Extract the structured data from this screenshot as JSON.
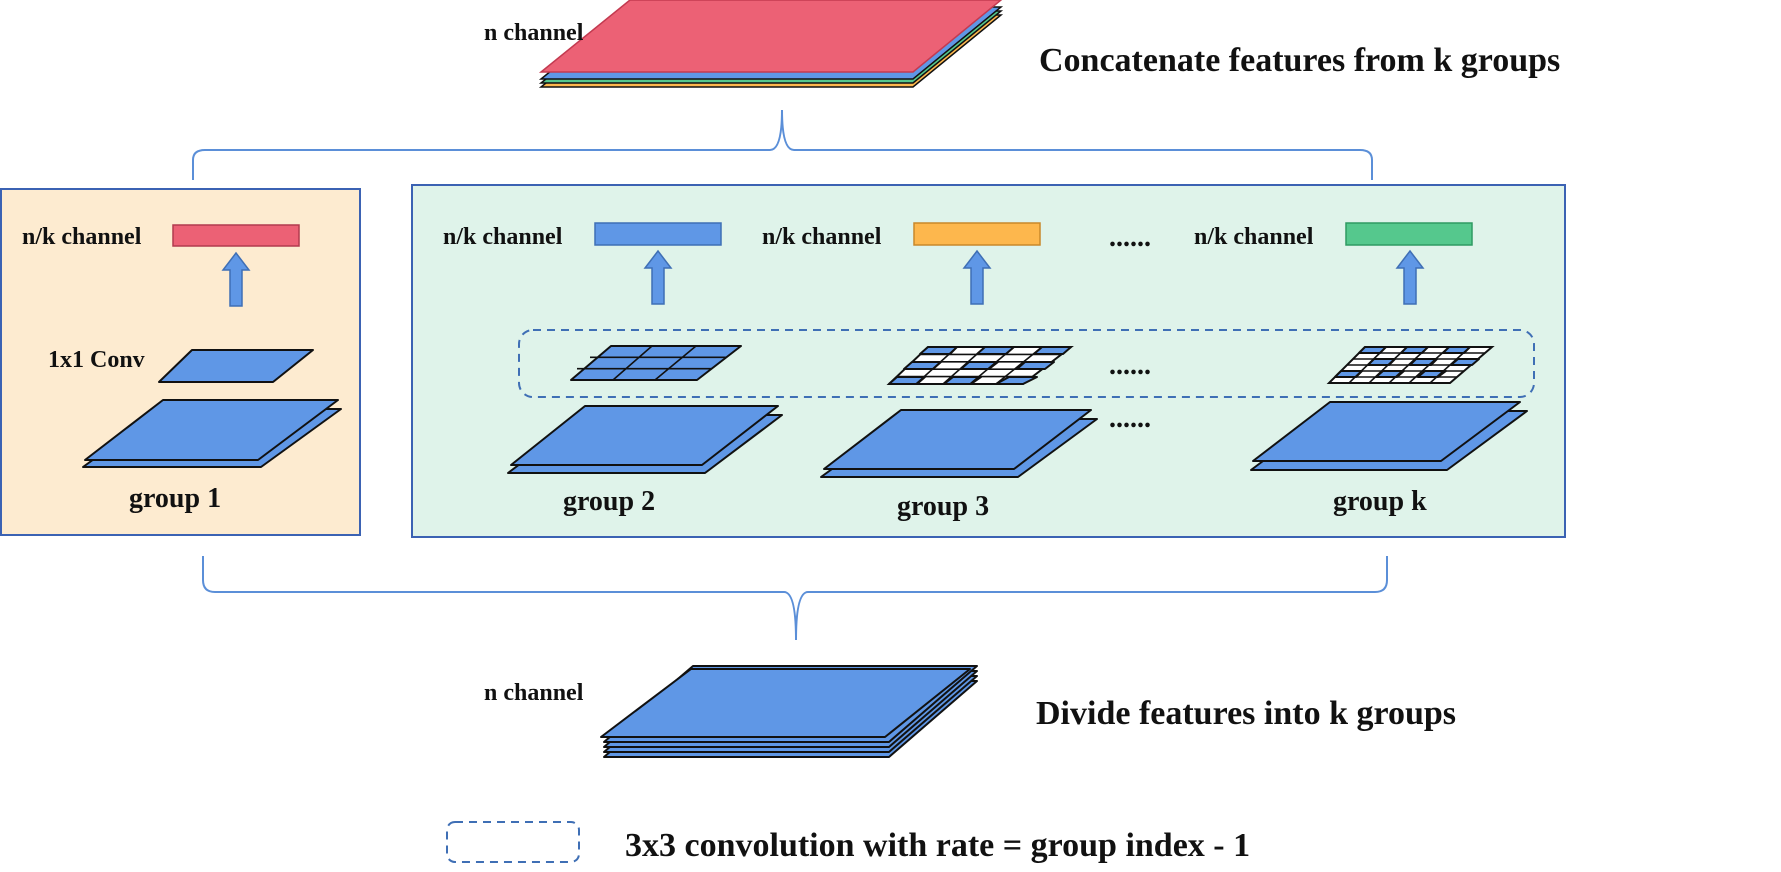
{
  "top": {
    "channel_label": "n channel",
    "caption": "Concatenate features from k groups"
  },
  "bottom": {
    "channel_label": "n channel",
    "caption": "Divide features into k groups"
  },
  "legend": {
    "caption": "3x3 convolution with rate = group index - 1"
  },
  "group1": {
    "channel_label": "n/k channel",
    "conv_label": "1x1 Conv",
    "group_label": "group 1"
  },
  "group2": {
    "channel_label": "n/k channel",
    "group_label": "group 2"
  },
  "group3": {
    "channel_label": "n/k channel",
    "group_label": "group 3"
  },
  "groupk": {
    "channel_label": "n/k channel",
    "group_label": "group k"
  },
  "ellipsis": [
    "......",
    "......",
    "......"
  ],
  "colors": {
    "feature_blue": "#5f97e6",
    "red": "#ec6175",
    "orange": "#fdb74d",
    "green": "#55c88d",
    "group1_panel": "#fdebd0",
    "groups_panel": "#dff3ea",
    "panel_border": "#3b62b3",
    "bracket": "#5b8fd8"
  }
}
